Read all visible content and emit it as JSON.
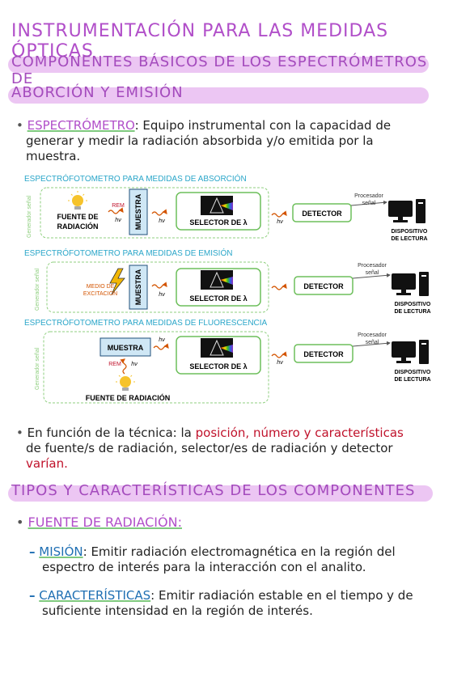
{
  "page": {
    "title": "INSTRUMENTACIÓN PARA LAS MEDIDAS ÓPTICAS",
    "section1": {
      "line1": "COMPONENTES BÁSICOS DE LOS ESPECTRÓMETROS DE",
      "line2": "ABORCIÓN Y EMISIÓN"
    },
    "def": {
      "bullet": "•",
      "term": "ESPECTRÓMETRO",
      "colon": ":",
      "text1": " Equipo instrumental con la capacidad de",
      "text2": "generar y medir la radiación absorbida y/o emitida por la",
      "text3": "muestra."
    },
    "section2": "TIPOS Y CARACTERÍSTICAS DE LOS COMPONENTES",
    "fuente_heading": "FUENTE DE RADIACIÓN:",
    "mision": {
      "term": "MISIÓN",
      "text1": ": Emitir radiación electromagnética en la región del",
      "text2": "espectro de interés para la interacción con el analito."
    },
    "caracteristicas": {
      "term": "CARACTERÍSTICAS",
      "text1": ": Emitir radiación estable en el tiempo y de",
      "text2": "suficiente intensidad en la región de interés."
    },
    "funcion": {
      "p1": "En función de la técnica: la ",
      "red1": "posición, número y características",
      "p2": "de fuente/s de radiación, selector/es de radiación y detector",
      "red2": "varían."
    }
  },
  "diagrams": {
    "absorcion": {
      "title": "ESPECTRÓFOTOMETRO PARA MEDIDAS DE ABSORCIÓN",
      "side": "Generador señal",
      "source": [
        "FUENTE DE",
        "RADIACIÓN"
      ],
      "rem": "REM",
      "hv": "hν",
      "muestra": "MUESTRA",
      "selector": "SELECTOR DE λ",
      "detector": "DETECTOR",
      "procesador": [
        "Procesador",
        "señal"
      ],
      "dispositivo": [
        "DISPOSITIVO",
        "DE LECTURA"
      ]
    },
    "emision": {
      "title": "ESPECTRÓFOTOMETRO PARA MEDIDAS DE EMISIÓN",
      "side": "Generador señal",
      "source": [
        "MEDIO DE",
        "EXCITACIÓN"
      ],
      "hv": "hν",
      "muestra": "MUESTRA",
      "selector": "SELECTOR DE λ",
      "detector": "DETECTOR",
      "procesador": [
        "Procesador",
        "señal"
      ],
      "dispositivo": [
        "DISPOSITIVO",
        "DE LECTURA"
      ]
    },
    "fluorescencia": {
      "title": "ESPECTRÓFOTOMETRO PARA MEDIDAS DE FLUORESCENCIA",
      "side": "Generador señal",
      "source": "FUENTE DE RADIACIÓN",
      "rem": "REM",
      "hv": "hν",
      "muestra": "MUESTRA",
      "selector": "SELECTOR DE λ",
      "detector": "DETECTOR",
      "procesador": [
        "Procesador",
        "señal"
      ],
      "dispositivo": [
        "DISPOSITIVO",
        "DE LECTURA"
      ]
    }
  },
  "colors": {
    "purple": "#b14fc9",
    "highlight": "#ecc6f3",
    "blue": "#1f6fb3",
    "teal": "#2aa6c9",
    "green": "#6dbf5b",
    "red": "#c0122b",
    "orange": "#d35400"
  }
}
